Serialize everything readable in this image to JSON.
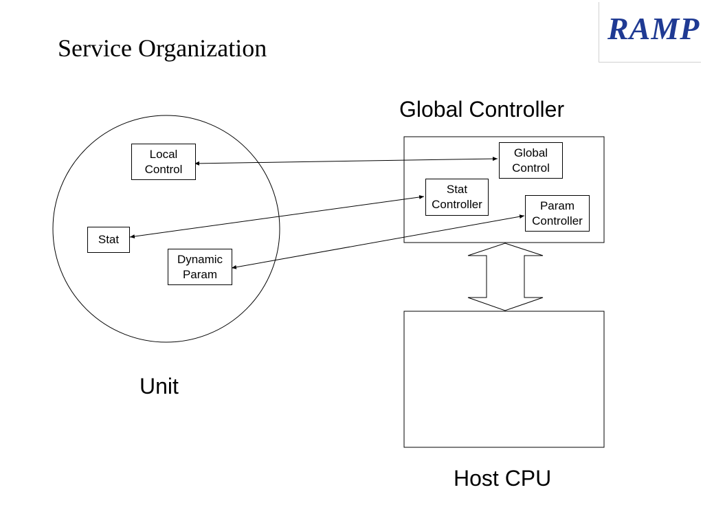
{
  "slide": {
    "title": "Service Organization",
    "logo_text": "RAMP"
  },
  "unit": {
    "label": "Unit",
    "local_control": [
      "Local",
      "Control"
    ],
    "stat": "Stat",
    "dynamic_param": [
      "Dynamic",
      "Param"
    ]
  },
  "global_controller": {
    "label": "Global Controller",
    "global_control": [
      "Global",
      "Control"
    ],
    "stat_controller": [
      "Stat",
      "Controller"
    ],
    "param_controller": [
      "Param",
      "Controller"
    ]
  },
  "host_cpu": {
    "label": "Host CPU"
  },
  "colors": {
    "logo": "#1f3a93",
    "stroke": "#000000"
  }
}
